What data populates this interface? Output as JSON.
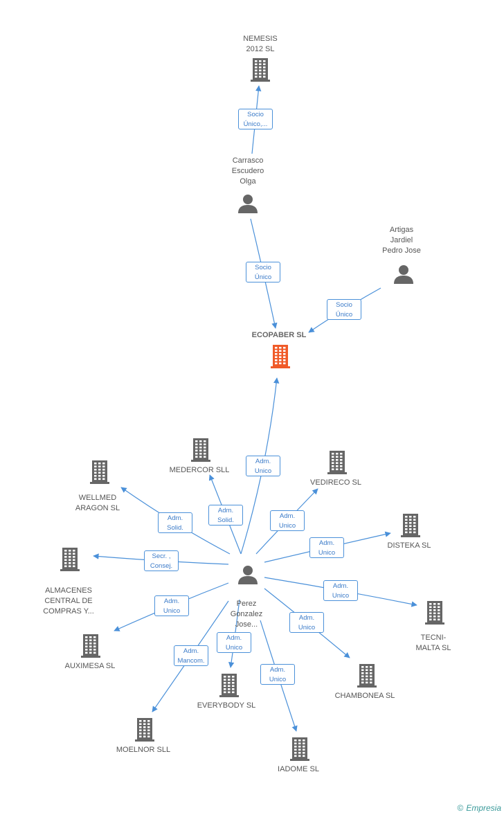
{
  "colors": {
    "edge": "#4a90d9",
    "company": "#666666",
    "focus_company": "#f05a28",
    "person": "#666666"
  },
  "copyright": {
    "symbol": "©",
    "brand": "Empresia"
  },
  "nodes": [
    {
      "id": "nemesis",
      "type": "company",
      "lines": [
        "NEMESIS",
        "2012  SL"
      ]
    },
    {
      "id": "carrasco",
      "type": "person",
      "lines": [
        "Carrasco",
        "Escudero",
        "Olga"
      ]
    },
    {
      "id": "artigas",
      "type": "person",
      "lines": [
        "Artigas",
        "Jardiel",
        "Pedro Jose"
      ]
    },
    {
      "id": "ecopaber",
      "type": "focus",
      "lines": [
        "ECOPABER SL"
      ]
    },
    {
      "id": "medercor",
      "type": "company",
      "lines": [
        "MEDERCOR SLL"
      ]
    },
    {
      "id": "wellmed",
      "type": "company",
      "lines": [
        "WELLMED",
        "ARAGON  SL"
      ]
    },
    {
      "id": "vedireco",
      "type": "company",
      "lines": [
        "VEDIRECO SL"
      ]
    },
    {
      "id": "disteka",
      "type": "company",
      "lines": [
        "DISTEKA SL"
      ]
    },
    {
      "id": "almacenes",
      "type": "company",
      "lines": [
        "ALMACENES",
        "CENTRAL DE",
        "COMPRAS Y..."
      ]
    },
    {
      "id": "perez",
      "type": "person",
      "lines": [
        "Perez",
        "Gonzalez",
        "Jose..."
      ]
    },
    {
      "id": "tecnimalta",
      "type": "company",
      "lines": [
        "TECNI-",
        "MALTA SL"
      ]
    },
    {
      "id": "auximesa",
      "type": "company",
      "lines": [
        "AUXIMESA SL"
      ]
    },
    {
      "id": "chambonea",
      "type": "company",
      "lines": [
        "CHAMBONEA SL"
      ]
    },
    {
      "id": "everybody",
      "type": "company",
      "lines": [
        "EVERYBODY SL"
      ]
    },
    {
      "id": "moelnor",
      "type": "company",
      "lines": [
        "MOELNOR SLL"
      ]
    },
    {
      "id": "iadome",
      "type": "company",
      "lines": [
        "IADOME  SL"
      ]
    }
  ],
  "edges": [
    {
      "from": "carrasco",
      "to": "nemesis",
      "lines": [
        "Socio",
        "Único,..."
      ]
    },
    {
      "from": "carrasco",
      "to": "ecopaber",
      "lines": [
        "Socio",
        "Único"
      ]
    },
    {
      "from": "artigas",
      "to": "ecopaber",
      "lines": [
        "Socio",
        "Único"
      ]
    },
    {
      "from": "perez",
      "to": "ecopaber",
      "lines": [
        "Adm.",
        "Unico"
      ]
    },
    {
      "from": "perez",
      "to": "medercor",
      "lines": [
        "Adm.",
        "Solid."
      ]
    },
    {
      "from": "perez",
      "to": "wellmed",
      "lines": [
        "Adm.",
        "Solid."
      ]
    },
    {
      "from": "perez",
      "to": "vedireco",
      "lines": [
        "Adm.",
        "Unico"
      ]
    },
    {
      "from": "perez",
      "to": "disteka",
      "lines": [
        "Adm.",
        "Unico"
      ]
    },
    {
      "from": "perez",
      "to": "almacenes",
      "lines": [
        "Secr. ,",
        "Consej."
      ]
    },
    {
      "from": "perez",
      "to": "tecnimalta",
      "lines": [
        "Adm.",
        "Unico"
      ]
    },
    {
      "from": "perez",
      "to": "auximesa",
      "lines": [
        "Adm.",
        "Unico"
      ]
    },
    {
      "from": "perez",
      "to": "chambonea",
      "lines": [
        "Adm.",
        "Unico"
      ]
    },
    {
      "from": "perez",
      "to": "everybody",
      "lines": [
        "Adm.",
        "Unico"
      ]
    },
    {
      "from": "perez",
      "to": "moelnor",
      "lines": [
        "Adm.",
        "Mancom."
      ]
    },
    {
      "from": "perez",
      "to": "iadome",
      "lines": [
        "Adm.",
        "Unico"
      ]
    }
  ]
}
